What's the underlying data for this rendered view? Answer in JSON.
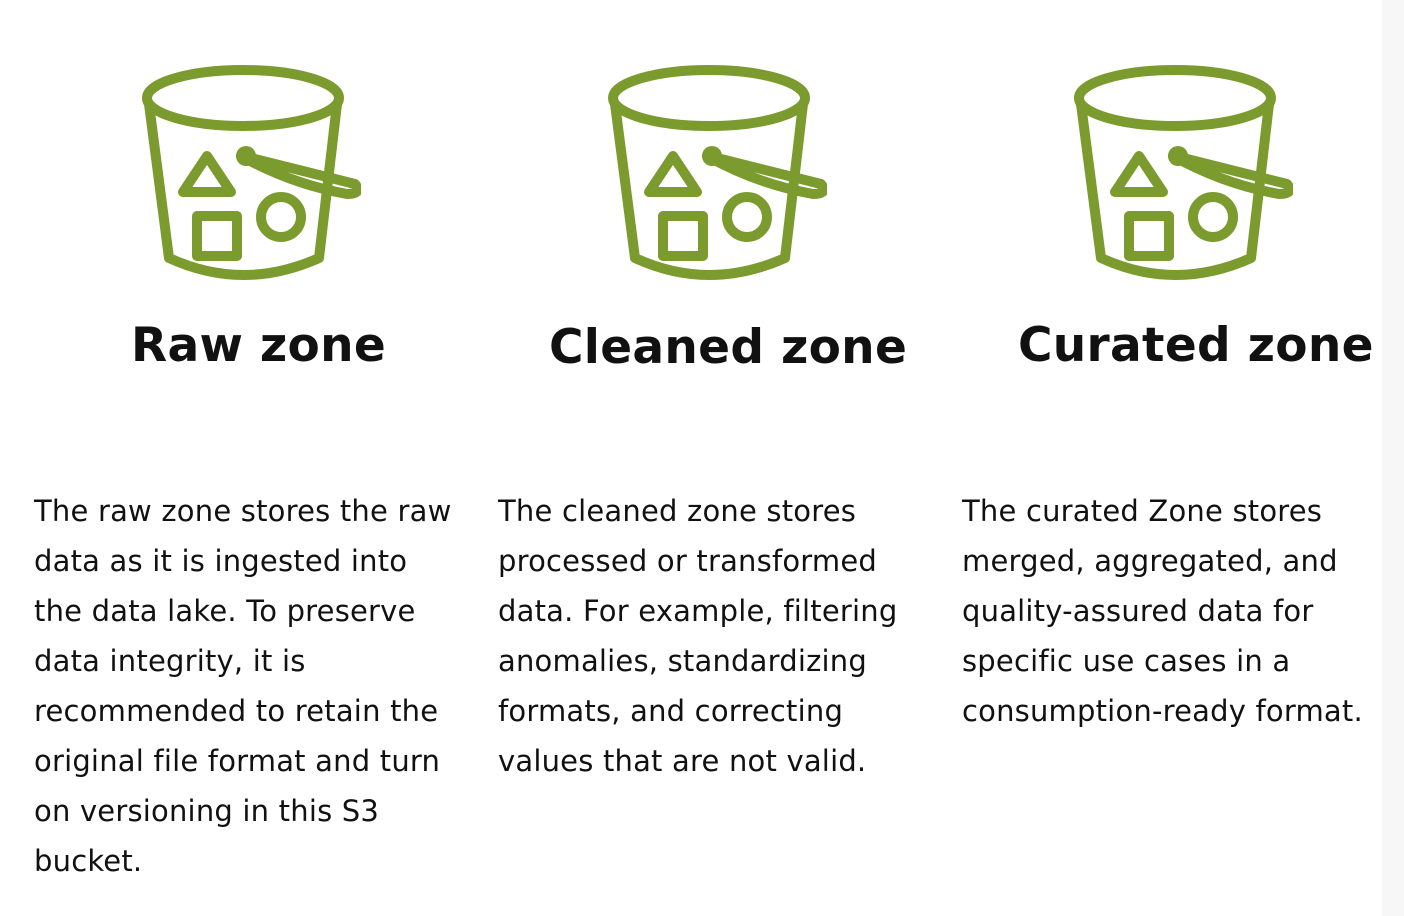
{
  "colors": {
    "icon_green": "#7c9b2e",
    "text": "#111111",
    "background": "#ffffff"
  },
  "zones": [
    {
      "icon": "s3-bucket-icon",
      "title": "Raw zone",
      "description": "The raw zone stores the raw\ndata as it is ingested into\nthe data lake. To preserve\ndata integrity, it is\nrecommended to retain the\noriginal file format and turn\non versioning in this S3\nbucket."
    },
    {
      "icon": "s3-bucket-icon",
      "title": "Cleaned zone",
      "description": "The cleaned zone stores\nprocessed or transformed\ndata. For example, filtering\nanomalies, standardizing\nformats, and correcting\nvalues that are not valid."
    },
    {
      "icon": "s3-bucket-icon",
      "title": "Curated zone",
      "description": "The curated Zone stores\nmerged, aggregated, and\nquality-assured data for\nspecific use cases in a\nconsumption-ready format."
    }
  ]
}
